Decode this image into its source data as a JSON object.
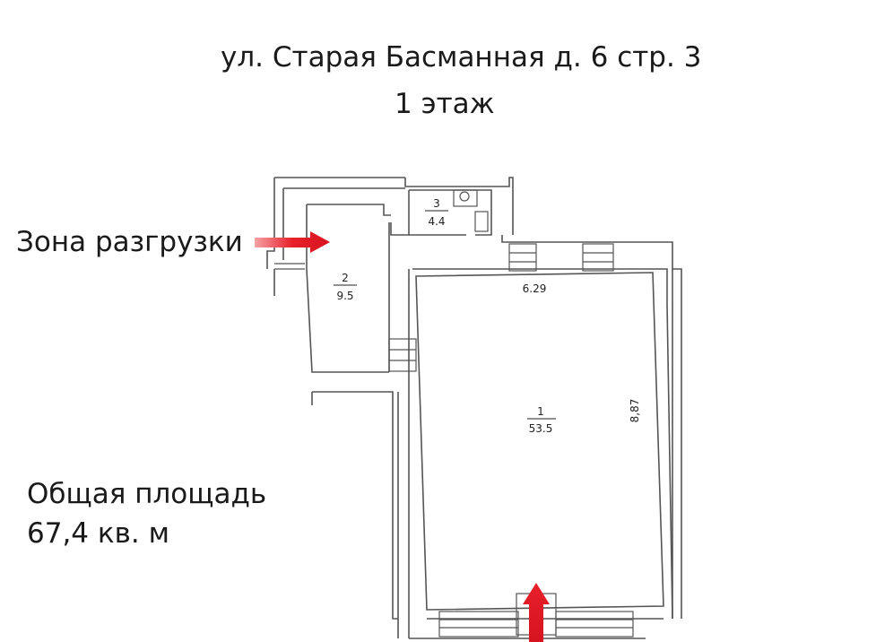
{
  "header": {
    "address": "ул. Старая Басманная д. 6 стр. 3",
    "floor": "1 этаж"
  },
  "annotations": {
    "unloading_zone": "Зона разгрузки",
    "total_area_label": "Общая площадь",
    "total_area_value": "67,4 кв. м"
  },
  "rooms": [
    {
      "number": "1",
      "area": "53.5"
    },
    {
      "number": "2",
      "area": "9.5"
    },
    {
      "number": "3",
      "area": "4.4"
    }
  ],
  "dimensions": {
    "width": "6.29",
    "length": "8,87"
  },
  "colors": {
    "arrow": "#e8202a",
    "walls": "#555555"
  }
}
